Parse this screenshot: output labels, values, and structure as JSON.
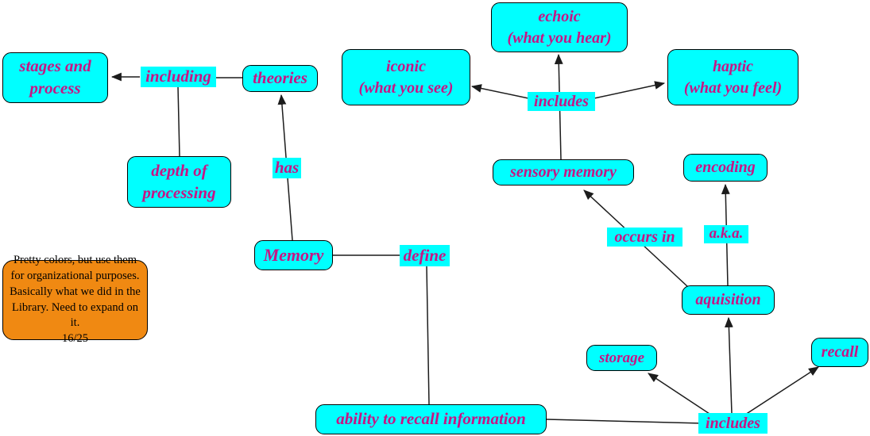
{
  "palette": {
    "canvas_bg": "#ffffff",
    "node_fill": "#00ffff",
    "node_border": "#000000",
    "text_color": "#c71585",
    "note_fill": "#f08912",
    "note_text": "#000000",
    "line_color": "#1c1c1c"
  },
  "nodes": {
    "stages_and_process": {
      "label": "stages and\nprocess"
    },
    "theories": {
      "label": "theories"
    },
    "depth_of_processing": {
      "label": "depth of\nprocessing"
    },
    "memory": {
      "label": "Memory"
    },
    "echoic": {
      "label": "echoic\n(what you hear)"
    },
    "iconic": {
      "label": "iconic\n(what you see)"
    },
    "haptic": {
      "label": "haptic\n(what you feel)"
    },
    "sensory_memory": {
      "label": "sensory memory"
    },
    "encoding": {
      "label": "encoding"
    },
    "aquisition": {
      "label": "aquisition"
    },
    "storage": {
      "label": "storage"
    },
    "recall": {
      "label": "recall"
    },
    "ability_to_recall": {
      "label": "ability to recall information"
    }
  },
  "links": {
    "including": {
      "label": "including"
    },
    "has": {
      "label": "has"
    },
    "define": {
      "label": "define"
    },
    "includes_top": {
      "label": "includes"
    },
    "occurs_in": {
      "label": "occurs in"
    },
    "aka": {
      "label": "a.k.a."
    },
    "includes_bottom": {
      "label": "includes"
    }
  },
  "note": {
    "text": "Pretty colors, but use them\nfor organizational purposes.\nBasically what we did in the\nLibrary. Need to expand on it.\n16/25"
  }
}
